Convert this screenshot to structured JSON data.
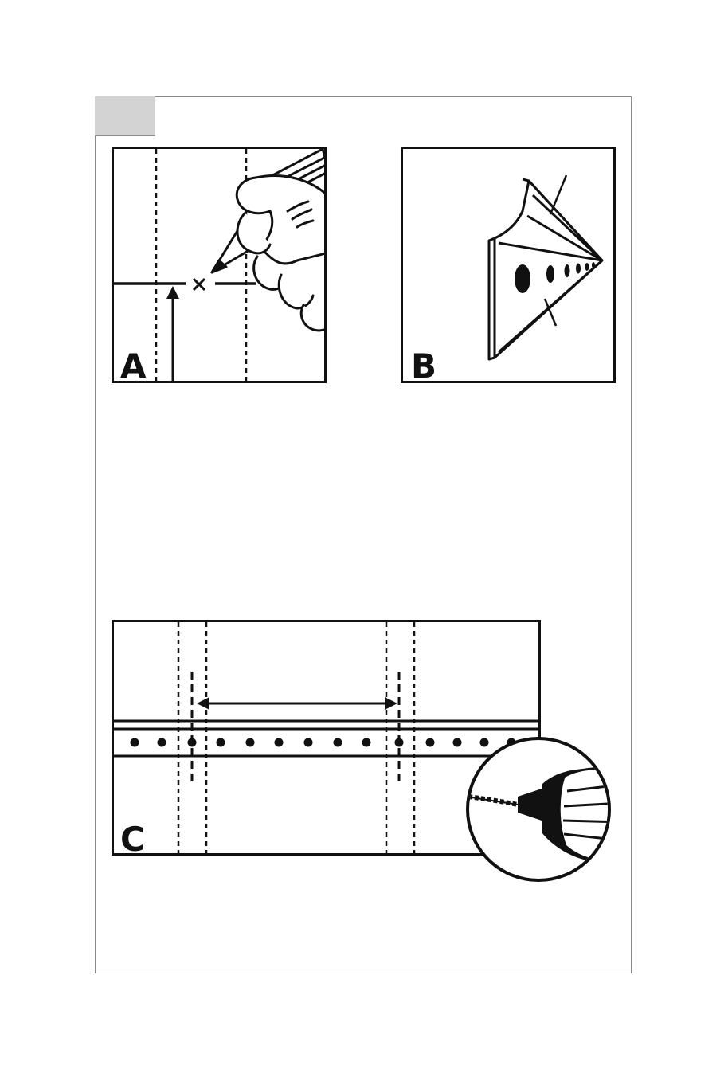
{
  "step_tab": {
    "label": ""
  },
  "panels": {
    "a": {
      "label": "A"
    },
    "b": {
      "label": "B"
    },
    "c": {
      "label": "C"
    }
  },
  "colors": {
    "ink": "#111111",
    "tab": "#d3d3d3",
    "frame": "#8a8a8a"
  },
  "icons": [
    "pencil-hand-icon",
    "drill-bit-icon",
    "rail-icon",
    "arrow-icon",
    "cross-mark-icon"
  ]
}
